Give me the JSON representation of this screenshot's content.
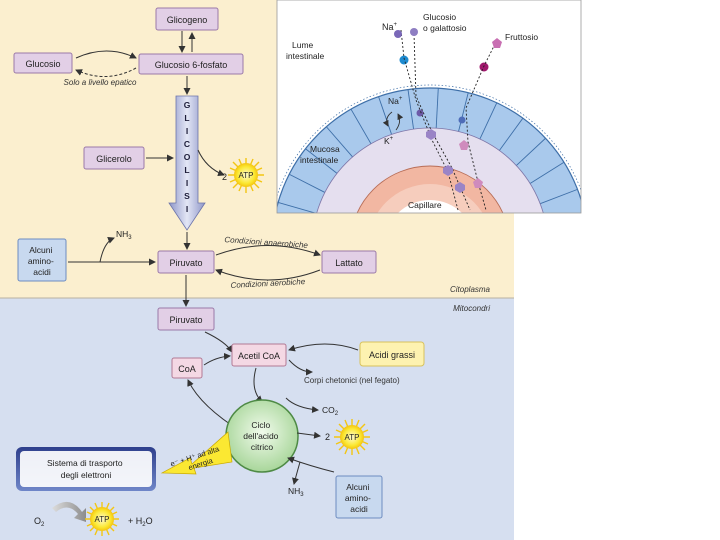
{
  "metabolism": {
    "glicogeno": "Glicogeno",
    "glucosio": "Glucosio",
    "glucosio6p": "Glucosio 6-fosfato",
    "solo_epatico": "Solo a livello epatico",
    "glicolisi": [
      "G",
      "L",
      "I",
      "C",
      "O",
      "L",
      "I",
      "S",
      "I"
    ],
    "glicerolo": "Glicerolo",
    "atp_count_1": "2",
    "atp": "ATP",
    "nh3": "NH",
    "nh3_sub": "3",
    "alcuni_amino_lines": [
      "Alcuni",
      "amino-",
      "acidi"
    ],
    "piruvato": "Piruvato",
    "condizioni_anaerobiche": "Condizioni anaerobiche",
    "condizioni_aerobiche": "Condizioni aerobiche",
    "lattato": "Lattato",
    "citoplasma": "Citoplasma",
    "mitocondri": "Mitocondri",
    "piruvato_mito": "Piruvato",
    "coa": "CoA",
    "acetil_coa": "Acetil CoA",
    "acidi_grassi": "Acidi grassi",
    "corpi_chetonici": "Corpi chetonici (nel fegato)",
    "co2": "CO",
    "co2_sub": "2",
    "ciclo_lines": [
      "Ciclo",
      "dell'acido",
      "citrico"
    ],
    "atp_count_2": "2",
    "electron_arrow_lines": [
      "e⁻ + H⁺ ad alta",
      "energia"
    ],
    "sistema_lines": [
      "Sistema di trasporto",
      "degli elettroni"
    ],
    "nh3_2": "NH",
    "nh3_2_sub": "3",
    "alcuni_amino_2_lines": [
      "Alcuni",
      "amino-",
      "acidi"
    ],
    "o2": "O",
    "o2_sub": "2",
    "h2o": "+ H",
    "h2o_sub": "2",
    "h2o_end": "O"
  },
  "intestine": {
    "na_top": "Na",
    "na_top_sup": "+",
    "glucosio_galattosio_lines": [
      "Glucosio",
      "o galattosio"
    ],
    "fruttosio": "Fruttosio",
    "lume_lines": [
      "Lume",
      "intestinale"
    ],
    "na_inner": "Na",
    "na_inner_sup": "+",
    "k_inner": "K",
    "k_inner_sup": "+",
    "mucosa_lines": [
      "Mucosa",
      "intestinale"
    ],
    "capillare": "Capillare"
  },
  "colors": {
    "cytoplasm_bg": "#fbefcf",
    "mito_bg": "#d6dff0",
    "purple_box": "#e2cfe6",
    "pink_box": "#f4d8e4",
    "blue_box": "#c8d9ef",
    "yellow_box": "#fdf2b0",
    "atp_yellow": "#fbe832",
    "cycle_green": "#cfe9c4"
  }
}
